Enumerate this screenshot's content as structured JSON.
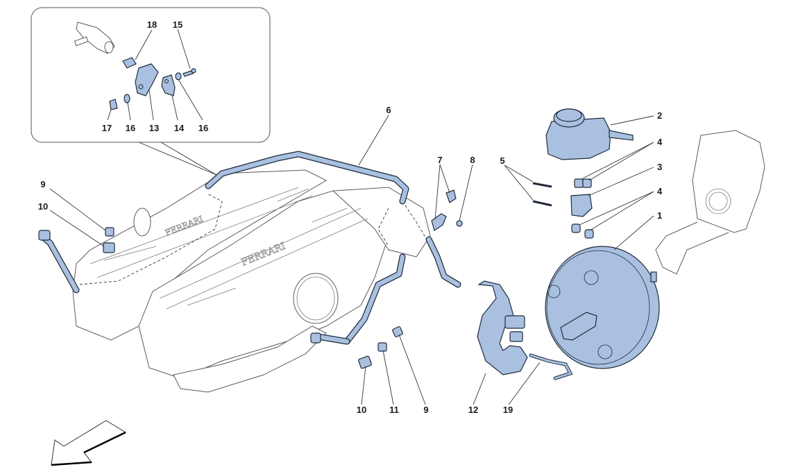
{
  "diagram": {
    "title": "Brake servo / vacuum system exploded parts diagram",
    "part_fill_color": "#a9c0e0",
    "outline_color": "#1e2a3a",
    "inset": {
      "labels": [
        "18",
        "15",
        "17",
        "16",
        "13",
        "14",
        "16"
      ]
    },
    "callouts": [
      {
        "id": "c1",
        "label": "1",
        "part": "brake-servo"
      },
      {
        "id": "c2",
        "label": "2",
        "part": "brake-fluid-reservoir"
      },
      {
        "id": "c3",
        "label": "3",
        "part": "reservoir-connector"
      },
      {
        "id": "c4a",
        "label": "4",
        "part": "seal-plugs-upper"
      },
      {
        "id": "c4b",
        "label": "4",
        "part": "seal-plugs-lower"
      },
      {
        "id": "c5",
        "label": "5",
        "part": "pins"
      },
      {
        "id": "c6",
        "label": "6",
        "part": "vacuum-hose"
      },
      {
        "id": "c7",
        "label": "7",
        "part": "brackets"
      },
      {
        "id": "c8",
        "label": "8",
        "part": "screw"
      },
      {
        "id": "c9a",
        "label": "9",
        "part": "clip-left"
      },
      {
        "id": "c10a",
        "label": "10",
        "part": "clip-left-2"
      },
      {
        "id": "c10b",
        "label": "10",
        "part": "clip-bottom"
      },
      {
        "id": "c11",
        "label": "11",
        "part": "clip-bottom-2"
      },
      {
        "id": "c9b",
        "label": "9",
        "part": "clip-bottom-3"
      },
      {
        "id": "c12",
        "label": "12",
        "part": "servo-hose-with-valve"
      },
      {
        "id": "c19",
        "label": "19",
        "part": "harness"
      }
    ],
    "direction_arrow": "front-direction-arrow"
  }
}
